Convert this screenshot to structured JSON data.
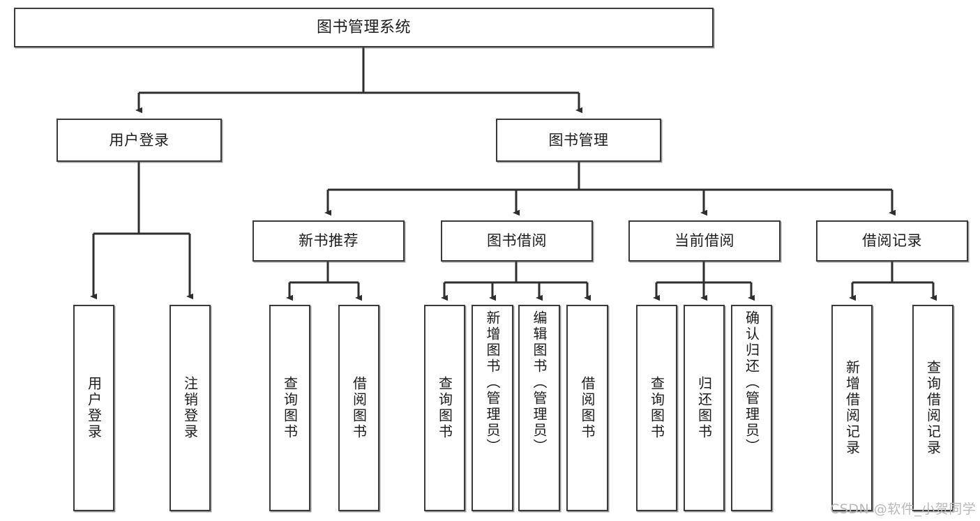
{
  "diagram": {
    "kind": "tree-hierarchy-chart",
    "root": {
      "id": "root",
      "label": "图书管理系统"
    },
    "level1": [
      {
        "id": "user-login",
        "label": "用户登录"
      },
      {
        "id": "book-manage",
        "label": "图书管理"
      }
    ],
    "level2": [
      {
        "id": "new-book-rec",
        "label": "新书推荐",
        "parent": "book-manage"
      },
      {
        "id": "book-borrow",
        "label": "图书借阅",
        "parent": "book-manage"
      },
      {
        "id": "current-borrow",
        "label": "当前借阅",
        "parent": "book-manage"
      },
      {
        "id": "borrow-record",
        "label": "借阅记录",
        "parent": "book-manage"
      }
    ],
    "leaves": [
      {
        "id": "leaf-user-login",
        "label": "用户登录",
        "parent": "user-login"
      },
      {
        "id": "leaf-logout-login",
        "label": "注销登录",
        "parent": "user-login"
      },
      {
        "id": "leaf-query-book-1",
        "label": "查询图书",
        "parent": "new-book-rec"
      },
      {
        "id": "leaf-borrow-book-1",
        "label": "借阅图书",
        "parent": "new-book-rec"
      },
      {
        "id": "leaf-query-book-2",
        "label": "查询图书",
        "parent": "book-borrow"
      },
      {
        "id": "leaf-add-book",
        "label": "新增图书（管理员）",
        "parent": "book-borrow"
      },
      {
        "id": "leaf-edit-book",
        "label": "编辑图书（管理员）",
        "parent": "book-borrow"
      },
      {
        "id": "leaf-borrow-book-2",
        "label": "借阅图书",
        "parent": "book-borrow"
      },
      {
        "id": "leaf-query-book-3",
        "label": "查询图书",
        "parent": "current-borrow"
      },
      {
        "id": "leaf-return-book",
        "label": "归还图书",
        "parent": "current-borrow"
      },
      {
        "id": "leaf-confirm-return",
        "label": "确认归还（管理员）",
        "parent": "current-borrow"
      },
      {
        "id": "leaf-add-record",
        "label": "新增借阅记录",
        "parent": "borrow-record"
      },
      {
        "id": "leaf-query-record",
        "label": "查询借阅记录",
        "parent": "borrow-record"
      }
    ],
    "colors": {
      "background": "#ffffff",
      "node_fill": "#ffffff",
      "node_stroke": "#3a3a3a",
      "edge_stroke": "#2e2e2e",
      "text": "#1c1c1c",
      "watermark": "#b9b9b9"
    }
  },
  "watermark": {
    "text": "CSDN @软件_小贺同学"
  }
}
